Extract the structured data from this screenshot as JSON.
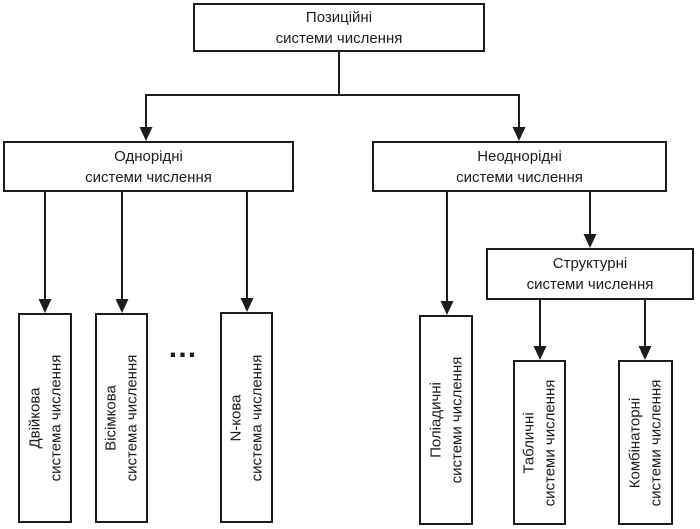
{
  "diagram": {
    "title_semantic": "positional-number-systems-classification",
    "colors": {
      "line": "#1c1c1c",
      "box_fill": "#ffffff",
      "text": "#1c1c1c"
    },
    "root": {
      "line1": "Позиційні",
      "line2": "системи числення"
    },
    "homogeneous": {
      "line1": "Однорідні",
      "line2": "системи числення"
    },
    "heterogeneous": {
      "line1": "Неоднорідні",
      "line2": "системи числення"
    },
    "structural": {
      "line1": "Структурні",
      "line2": "системи числення"
    },
    "leaves": {
      "binary": {
        "line1": "Двійкова",
        "line2": "система числення"
      },
      "octal": {
        "line1": "Вісімкова",
        "line2": "система числення"
      },
      "n_ary": {
        "line1": "N-кова",
        "line2": "система числення"
      },
      "polyadic": {
        "line1": "Поліадичні",
        "line2": "системи числення"
      },
      "tabular": {
        "line1": "Табличні",
        "line2": "системи числення"
      },
      "combinatorial": {
        "line1": "Комбінаторні",
        "line2": "системи числення"
      }
    },
    "ellipsis": "…"
  }
}
